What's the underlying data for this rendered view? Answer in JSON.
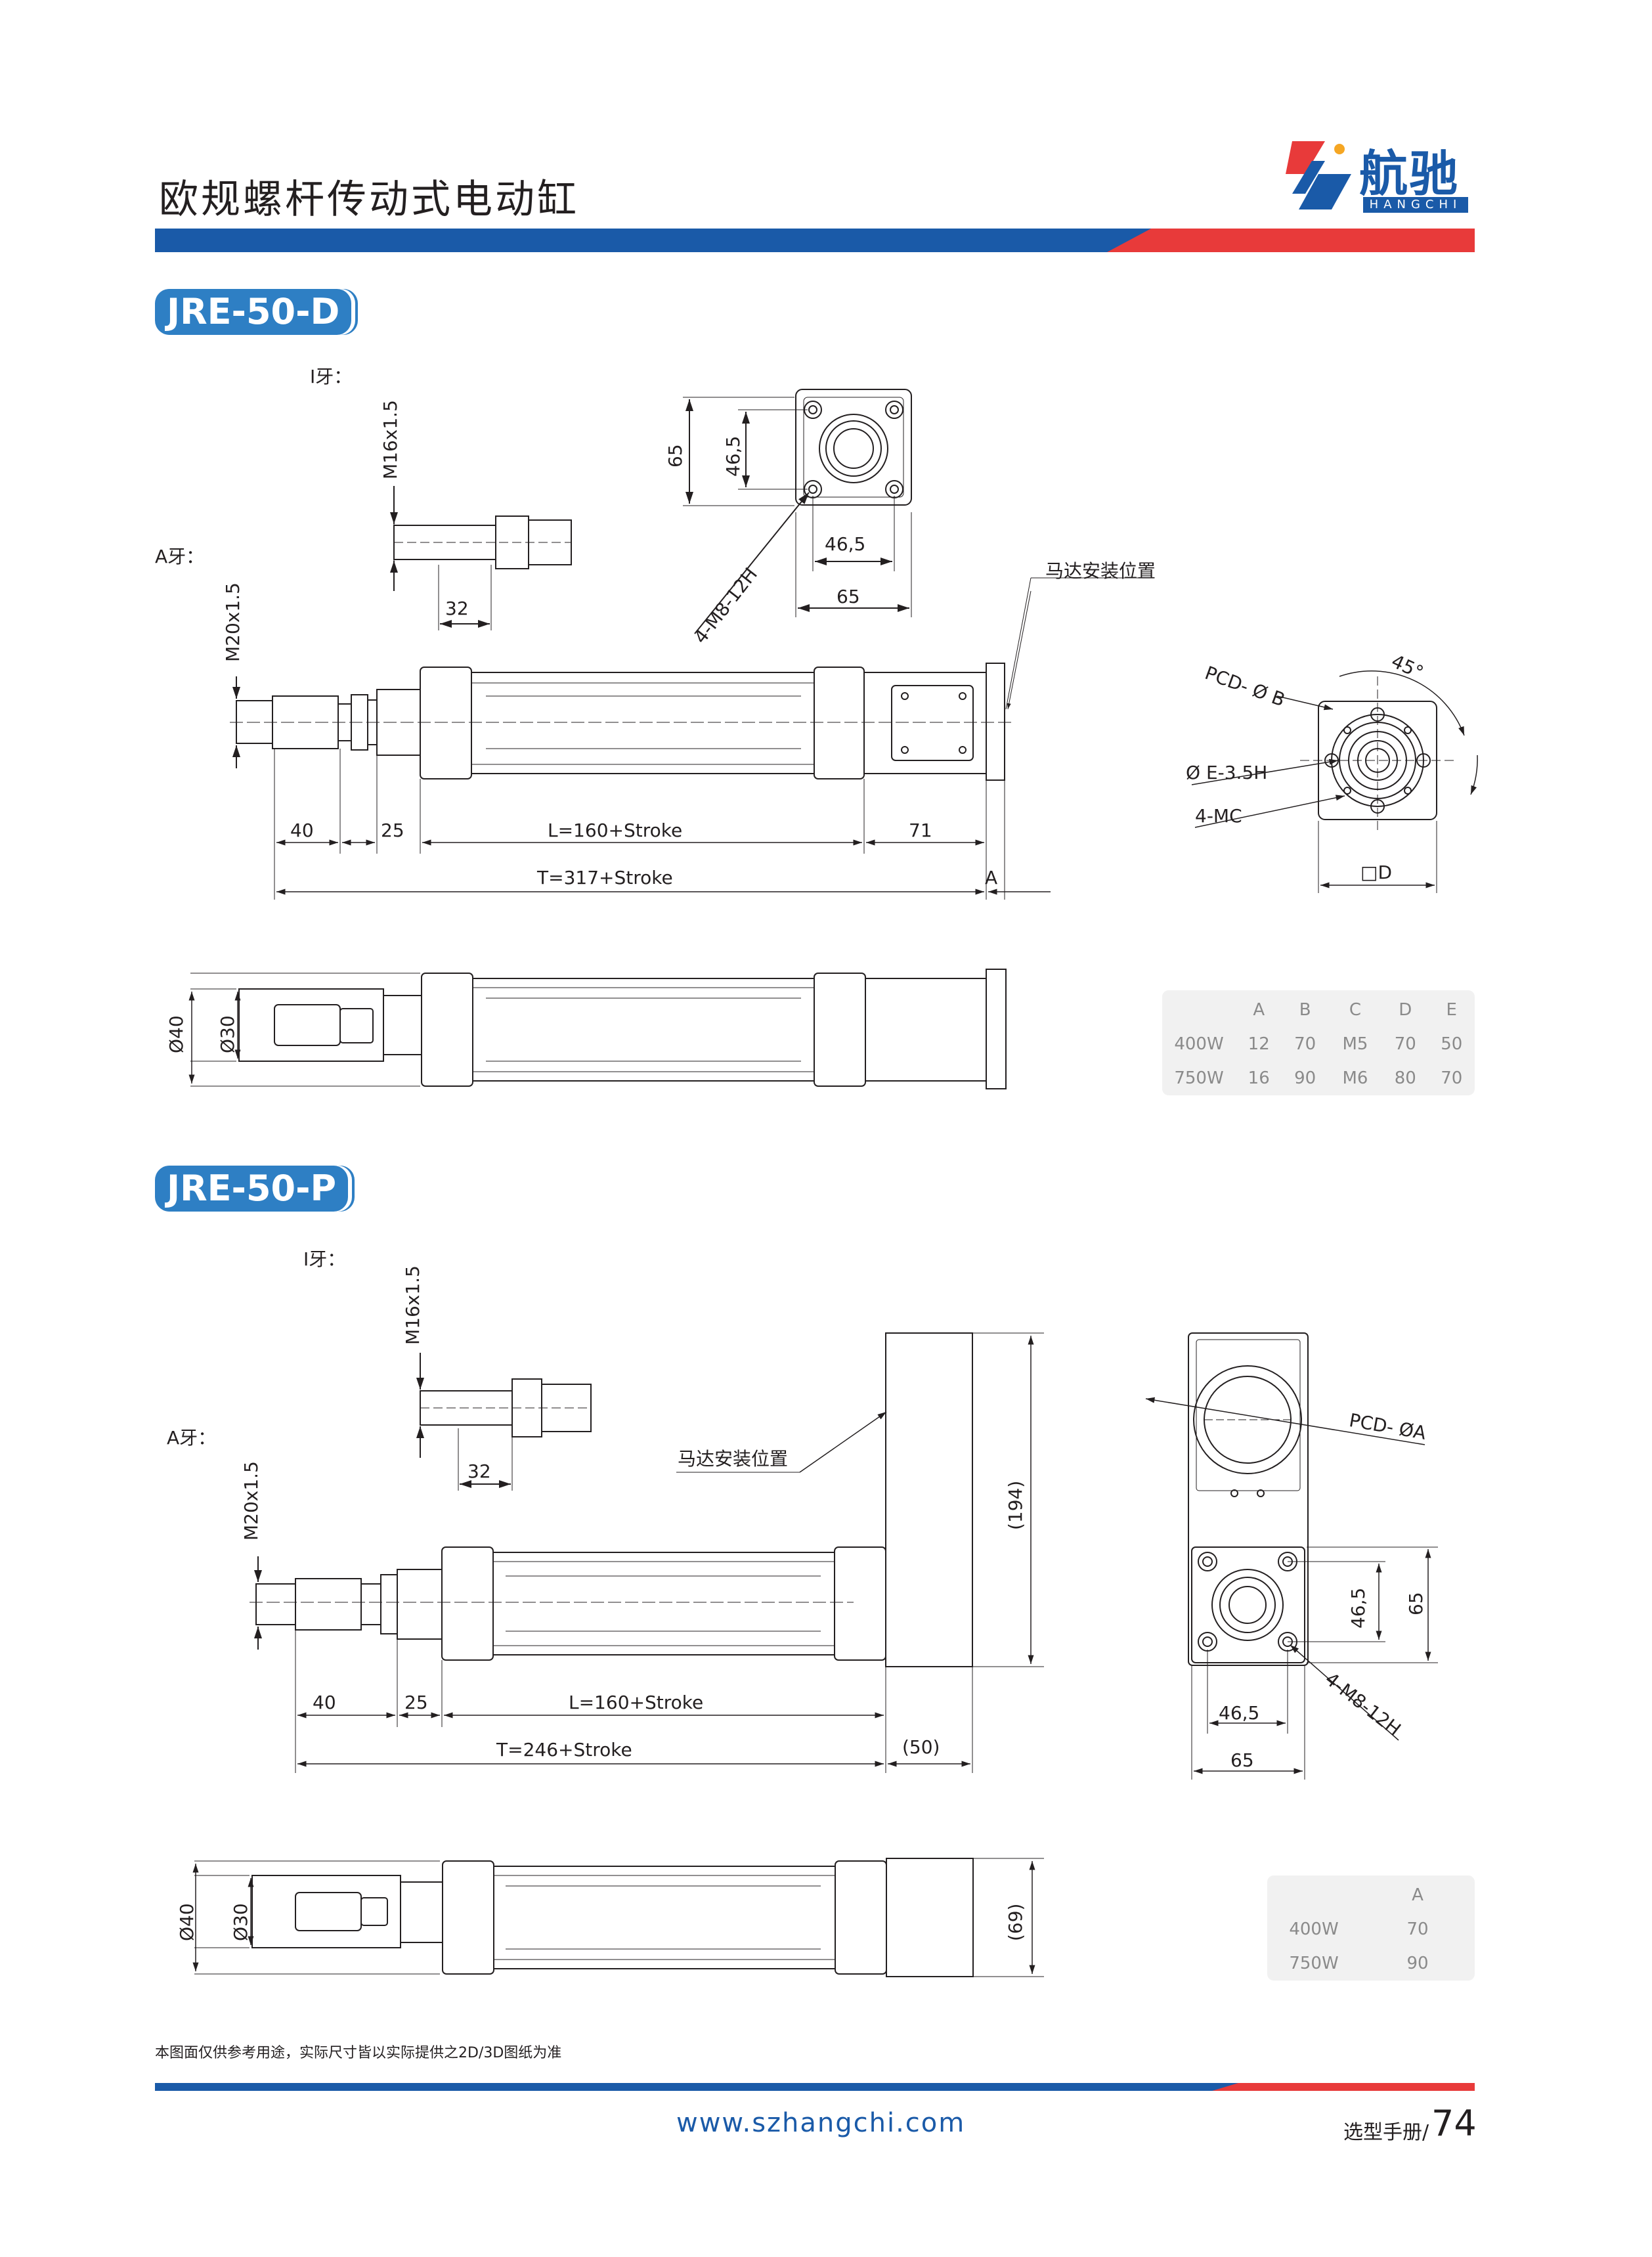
{
  "header": {
    "title": "欧规螺杆传动式电动缸",
    "brand_cn": "航驰",
    "brand_en": "HANGCHI"
  },
  "colors": {
    "brand_blue": "#1a5aa8",
    "accent_red": "#e83a3a",
    "tag_blue": "#2e7fc4",
    "table_bg": "#f1f1f1"
  },
  "section_d": {
    "tag": "JRE-50-D",
    "i_thread": "I牙：",
    "a_thread": "A牙：",
    "dims": {
      "m16": "M16x1.5",
      "d32": "32",
      "m20": "M20x1.5",
      "d65a": "65",
      "d465a": "46,5",
      "d465b": "46,5",
      "d65b": "65",
      "m8": "4-M8-12H",
      "motor_pos": "马达安装位置",
      "d40": "40",
      "d25": "25",
      "l": "L=160+Stroke",
      "d71": "71",
      "t": "T=317+Stroke",
      "a": "A",
      "pcd": "PCD- Ø B",
      "angle": "45°",
      "e": "Ø E-3.5H",
      "mc": "4-MC",
      "sq_d": "□D",
      "phi40": "Ø40",
      "phi30": "Ø30"
    },
    "table": {
      "header": [
        "",
        "A",
        "B",
        "C",
        "D",
        "E"
      ],
      "rows": [
        [
          "400W",
          "12",
          "70",
          "M5",
          "70",
          "50"
        ],
        [
          "750W",
          "16",
          "90",
          "M6",
          "80",
          "70"
        ]
      ]
    }
  },
  "section_p": {
    "tag": "JRE-50-P",
    "i_thread": "I牙：",
    "a_thread": "A牙：",
    "dims": {
      "m16": "M16x1.5",
      "d32": "32",
      "m20": "M20x1.5",
      "motor_pos": "马达安装位置",
      "d194": "(194)",
      "d40": "40",
      "d25": "25",
      "l": "L=160+Stroke",
      "t": "T=246+Stroke",
      "d50": "(50)",
      "pcd": "PCD- ØA",
      "d465a": "46,5",
      "d65a": "65",
      "m8": "4-M8-12H",
      "d465b": "46,5",
      "d65b": "65",
      "phi40": "Ø40",
      "phi30": "Ø30",
      "d69": "(69)"
    },
    "table": {
      "header": [
        "",
        "A"
      ],
      "rows": [
        [
          "400W",
          "70"
        ],
        [
          "750W",
          "90"
        ]
      ]
    }
  },
  "footer": {
    "note": "本图面仅供参考用途，实际尺寸皆以实际提供之2D/3D图纸为准",
    "url": "www.szhangchi.com",
    "page_label": "选型手册/",
    "page_number": "74"
  }
}
